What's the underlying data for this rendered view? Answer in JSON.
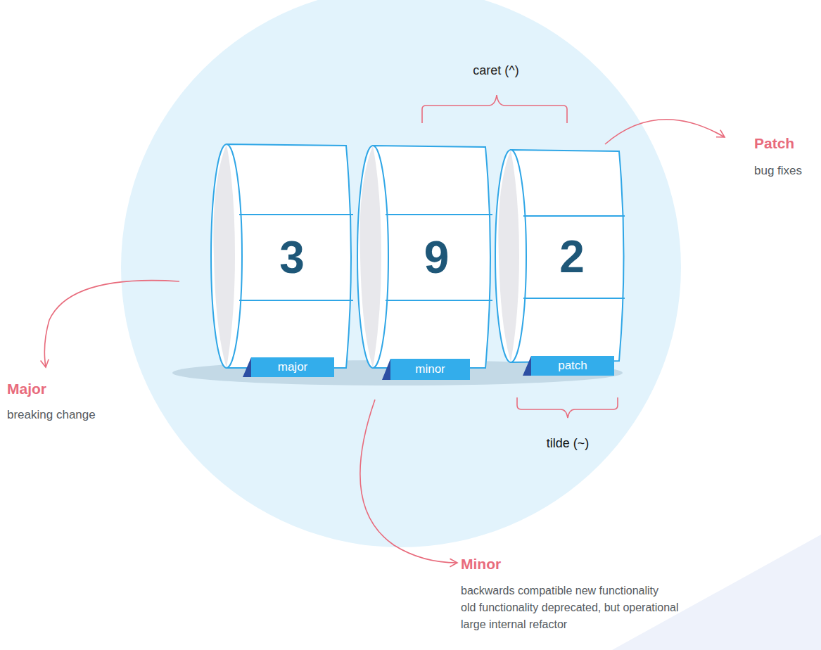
{
  "diagram": {
    "nodes": [
      {
        "text": [
          "3"
        ]
      },
      {
        "text": [
          "9"
        ]
      },
      {
        "text": [
          "2"
        ]
      },
      {
        "text": [
          "major"
        ]
      },
      {
        "text": [
          "minor"
        ]
      },
      {
        "text": [
          "patch"
        ]
      }
    ],
    "labels": [
      "caret (^)",
      "Patch",
      "bug fixes",
      "Major",
      "breaking change",
      "tilde (~)",
      "Minor",
      "backwards compatible new functionality",
      "old functionality deprecated, but operational",
      "large internal refactor"
    ]
  }
}
